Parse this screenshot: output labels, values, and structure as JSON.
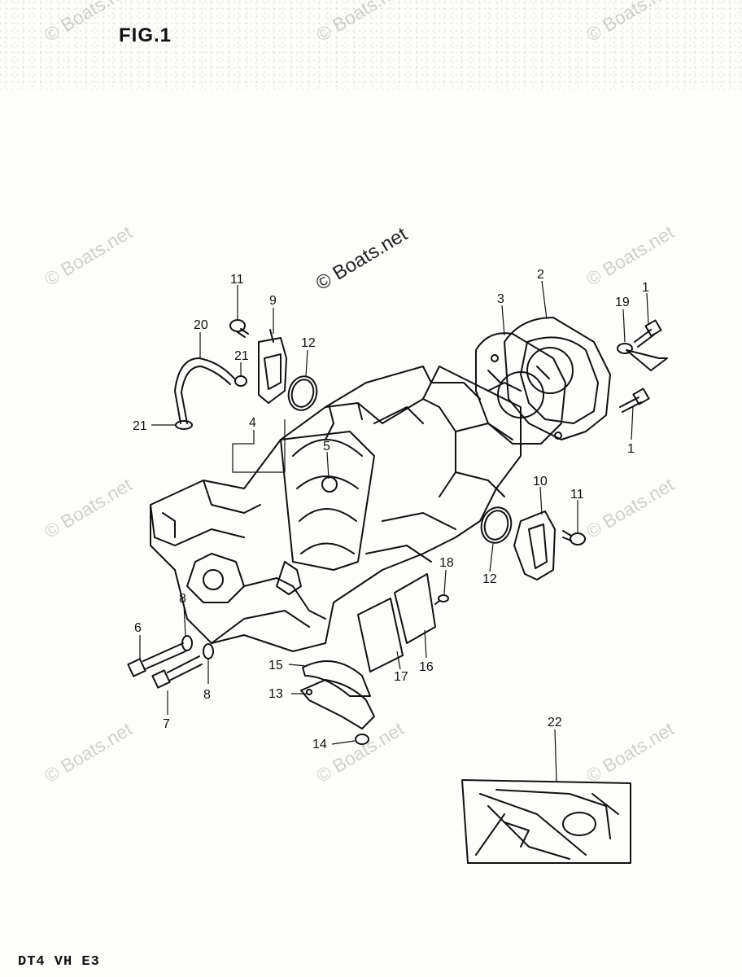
{
  "page": {
    "figure_label": "FIG.1",
    "model_code": "DT4  VH  E3"
  },
  "watermarks": {
    "text": "© Boats.net",
    "items": [
      {
        "id": "top-left",
        "tone": "light"
      },
      {
        "id": "top-center",
        "tone": "light"
      },
      {
        "id": "top-right",
        "tone": "light"
      },
      {
        "id": "mid-left",
        "tone": "light"
      },
      {
        "id": "mid-center",
        "tone": "dark"
      },
      {
        "id": "mid-right",
        "tone": "light"
      },
      {
        "id": "lower-left",
        "tone": "light"
      },
      {
        "id": "lower-right",
        "tone": "light"
      },
      {
        "id": "bottom-left",
        "tone": "light"
      },
      {
        "id": "bottom-center",
        "tone": "light"
      },
      {
        "id": "bottom-right",
        "tone": "light"
      }
    ]
  },
  "callouts": [
    {
      "id": "c1a",
      "label": "1"
    },
    {
      "id": "c1b",
      "label": "1"
    },
    {
      "id": "c2",
      "label": "2"
    },
    {
      "id": "c3",
      "label": "3"
    },
    {
      "id": "c4",
      "label": "4"
    },
    {
      "id": "c5",
      "label": "5"
    },
    {
      "id": "c6",
      "label": "6"
    },
    {
      "id": "c7",
      "label": "7"
    },
    {
      "id": "c8a",
      "label": "8"
    },
    {
      "id": "c8b",
      "label": "8"
    },
    {
      "id": "c9",
      "label": "9"
    },
    {
      "id": "c10",
      "label": "10"
    },
    {
      "id": "c11a",
      "label": "11"
    },
    {
      "id": "c11b",
      "label": "11"
    },
    {
      "id": "c12a",
      "label": "12"
    },
    {
      "id": "c12b",
      "label": "12"
    },
    {
      "id": "c13",
      "label": "13"
    },
    {
      "id": "c14",
      "label": "14"
    },
    {
      "id": "c15",
      "label": "15"
    },
    {
      "id": "c16",
      "label": "16"
    },
    {
      "id": "c17",
      "label": "17"
    },
    {
      "id": "c18",
      "label": "18"
    },
    {
      "id": "c19",
      "label": "19"
    },
    {
      "id": "c20",
      "label": "20"
    },
    {
      "id": "c21a",
      "label": "21"
    },
    {
      "id": "c21b",
      "label": "21"
    },
    {
      "id": "c22",
      "label": "22"
    }
  ],
  "colors": {
    "ink": "#111111",
    "paper": "#fdfdfb"
  }
}
